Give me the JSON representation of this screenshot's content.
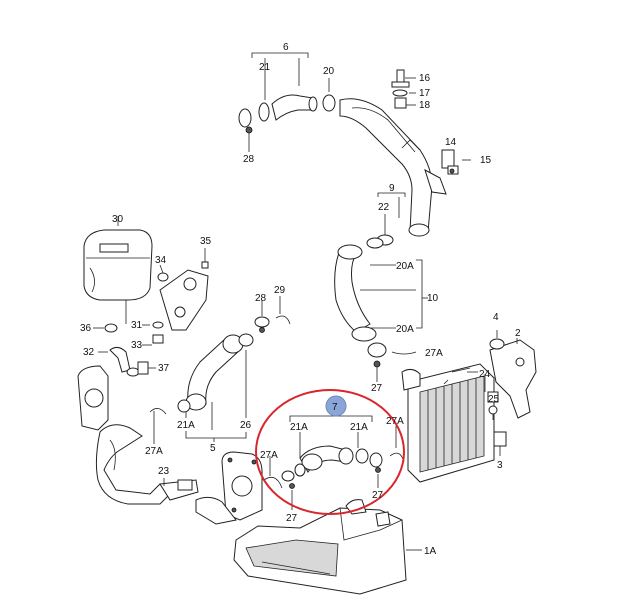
{
  "labels": {
    "l6": "6",
    "l21a": "21",
    "l20": "20",
    "l16": "16",
    "l17": "17",
    "l18": "18",
    "l28a": "28",
    "l14": "14",
    "l15": "15",
    "l9": "9",
    "l22": "22",
    "l30": "30",
    "l35": "35",
    "l34": "34",
    "l20A1": "20A",
    "l10": "10",
    "l28b": "28",
    "l29": "29",
    "l20A2": "20A",
    "l36": "36",
    "l31": "31",
    "l33": "33",
    "l32": "32",
    "l37": "37",
    "l27A1": "27A",
    "l27a": "27",
    "l4": "4",
    "l2": "2",
    "l24": "24",
    "l25": "25",
    "l7": "7",
    "l21Aa": "21A",
    "l26": "26",
    "l21Ab": "21A",
    "l21Ac": "21A",
    "l27A2": "27A",
    "l5": "5",
    "l27A3": "27A",
    "l27A4": "27A",
    "l3": "3",
    "l23": "23",
    "l27b": "27",
    "l27c": "27",
    "l1A": "1A"
  },
  "highlight": {
    "badge": "7",
    "badge_color": "#8aa6d6",
    "circle_color": "#d9262c"
  }
}
